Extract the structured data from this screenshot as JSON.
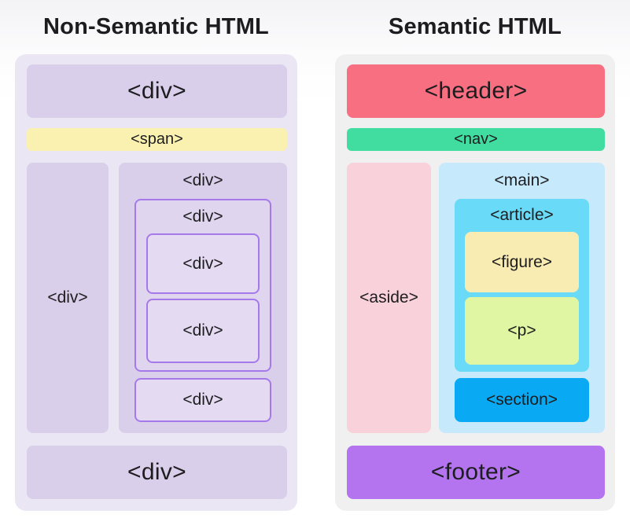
{
  "colors": {
    "text": "#1d1d1f",
    "left-panel-bg": "#ebe6f4",
    "left-box-bg": "#dacfeb",
    "span-bg": "#faf1b1",
    "nested-border": "#a679ea",
    "nested-bg": "#dfd5ef",
    "nested-inner-bg": "#e4dbf2",
    "right-panel-bg": "#f1f0f1",
    "header-bg": "#f96f82",
    "nav-bg": "#41dda0",
    "aside-bg": "#f8d1db",
    "main-bg": "#c7e9fc",
    "article-bg": "#69daf8",
    "figure-bg": "#f9ecb3",
    "p-bg": "#e1f6a2",
    "section-bg": "#0aa9f4",
    "footer-bg": "#b474f0"
  },
  "left": {
    "title": "Non-Semantic HTML",
    "top_box": "<div>",
    "span_box": "<span>",
    "side_column": "<div>",
    "column_label": "<div>",
    "nested_label": "<div>",
    "nested_box_1": "<div>",
    "nested_box_2": "<div>",
    "bottom_nested_box": "<div>",
    "bottom_box": "<div>"
  },
  "right": {
    "title": "Semantic HTML",
    "header": "<header>",
    "nav": "<nav>",
    "aside": "<aside>",
    "main_label": "<main>",
    "article_label": "<article>",
    "figure": "<figure>",
    "p": "<p>",
    "section": "<section>",
    "footer": "<footer>"
  }
}
